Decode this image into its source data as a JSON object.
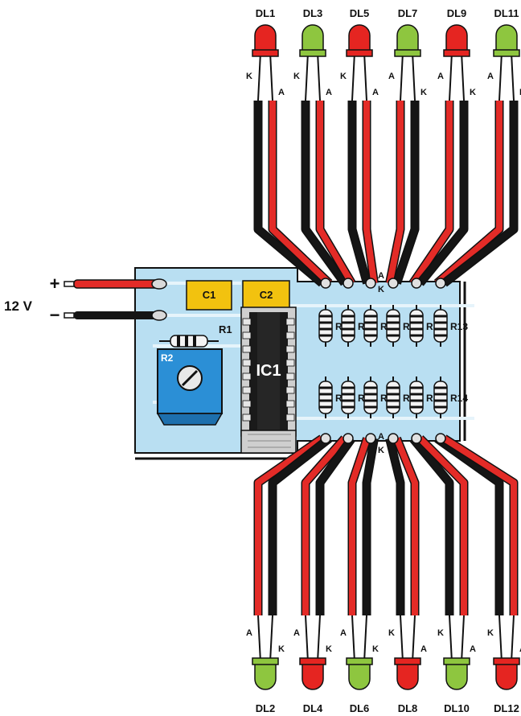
{
  "power": {
    "label": "12 V",
    "plus": "+",
    "minus": "−"
  },
  "ic": {
    "label": "IC1"
  },
  "capacitors": [
    "C1",
    "C2"
  ],
  "trimmer": {
    "label": "R2"
  },
  "resistor_r1": {
    "label": "R1"
  },
  "center_pins": {
    "top_a": "A",
    "top_k": "K",
    "bottom_a": "A",
    "bottom_k": "K"
  },
  "resistors_top": [
    "R3",
    "R5",
    "R7",
    "R9",
    "R11",
    "R13"
  ],
  "resistors_bottom": [
    "R4",
    "R6",
    "R8",
    "R10",
    "R12",
    "R14"
  ],
  "leds_top": [
    {
      "label": "DL1",
      "color": "red",
      "pins": [
        "K",
        "A"
      ]
    },
    {
      "label": "DL3",
      "color": "green",
      "pins": [
        "K",
        "A"
      ]
    },
    {
      "label": "DL5",
      "color": "red",
      "pins": [
        "K",
        "A"
      ]
    },
    {
      "label": "DL7",
      "color": "green",
      "pins": [
        "A",
        "K"
      ]
    },
    {
      "label": "DL9",
      "color": "red",
      "pins": [
        "A",
        "K"
      ]
    },
    {
      "label": "DL11",
      "color": "green",
      "pins": [
        "A",
        "K"
      ]
    }
  ],
  "leds_bottom": [
    {
      "label": "DL2",
      "color": "green",
      "pins": [
        "A",
        "K"
      ]
    },
    {
      "label": "DL4",
      "color": "red",
      "pins": [
        "A",
        "K"
      ]
    },
    {
      "label": "DL6",
      "color": "green",
      "pins": [
        "A",
        "K"
      ]
    },
    {
      "label": "DL8",
      "color": "red",
      "pins": [
        "K",
        "A"
      ]
    },
    {
      "label": "DL10",
      "color": "green",
      "pins": [
        "K",
        "A"
      ]
    },
    {
      "label": "DL12",
      "color": "red",
      "pins": [
        "K",
        "A"
      ]
    }
  ],
  "colors": {
    "board": "#b9dff2",
    "trace": "#e6f4fb",
    "trimmer": "#2b8fd6",
    "cap": "#f2c20f",
    "ic": "#cfcfcf",
    "red_wire": "#e32b27",
    "black_wire": "#151515",
    "red_led": "#e52521",
    "green_led": "#8ec63f"
  }
}
